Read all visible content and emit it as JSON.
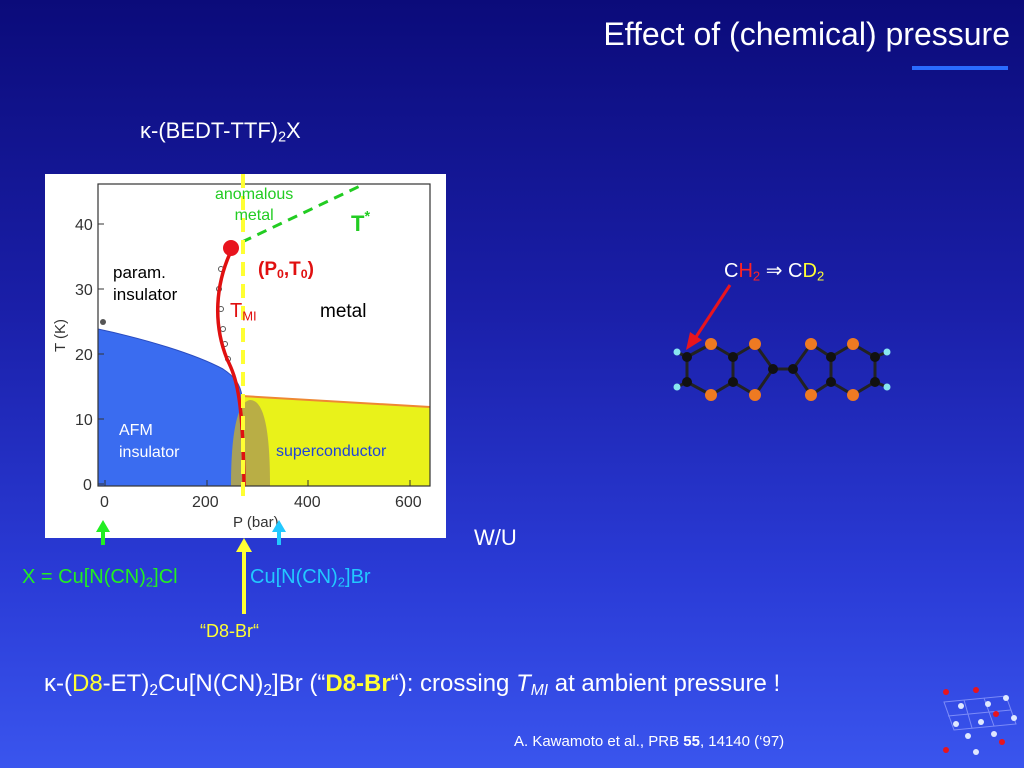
{
  "slide": {
    "title": "Effect of (chemical) pressure",
    "compound": {
      "kappa": "κ",
      "prefix": "-(BEDT-TTF)",
      "sub": "2",
      "suffix": "X"
    }
  },
  "phase_diagram": {
    "y_ticks": [
      "40",
      "30",
      "20",
      "10",
      "0"
    ],
    "x_ticks": [
      "0",
      "200",
      "400",
      "600"
    ],
    "y_axis_label": "T (K)",
    "x_axis_label": "P (bar)",
    "regions": {
      "anomalous_metal": "anomalous\nmetal",
      "anomalous_metal_line1": "anomalous",
      "anomalous_metal_line2": "metal",
      "t_star": "T",
      "t_star_sup": "*",
      "critical_point": {
        "open": "(P",
        "sub0": "0",
        "comma": ",T",
        "sub1": "0",
        "close": ")"
      },
      "param_insulator_line1": "param.",
      "param_insulator_line2": "insulator",
      "tmi": "T",
      "tmi_sub": "MI",
      "metal": "metal",
      "afm_line1": "AFM",
      "afm_line2": "insulator",
      "superconductor": "superconductor"
    },
    "colors": {
      "afm": "#3a6cf0",
      "superconductor": "#e9f21a",
      "tmi_line": "#e01010",
      "t_star_line": "#22cc22",
      "d8_line": "#ffff33",
      "critical_point": "#e8141e"
    }
  },
  "markers": {
    "wu": "W/U",
    "x_cl": {
      "prefix": "X = Cu[N(CN)",
      "sub": "2",
      "suffix": "]Cl"
    },
    "x_br": {
      "prefix": "Cu[N(CN)",
      "sub": "2",
      "suffix": "]Br"
    },
    "d8_br": "“D8-Br“",
    "arrow_colors": {
      "cl": "#22ee22",
      "br": "#22c8ff",
      "d8": "#ffff33"
    }
  },
  "molecule": {
    "label": {
      "c1": "C",
      "h": "H",
      "h_sub": "2",
      "arrow": "⇒",
      "c2": "C",
      "d": "D",
      "d_sub": "2"
    }
  },
  "summary": {
    "kappa": "κ",
    "p1": "-(",
    "d8": "D8",
    "p2": "-ET)",
    "sub1": "2",
    "p3": "Cu[N(CN)",
    "sub2": "2",
    "p4": "]Br  (“",
    "d8br": "D8-Br",
    "p5": "“):  crossing ",
    "t": "T",
    "t_sub": "MI",
    "p6": " at ambient pressure !"
  },
  "citation": {
    "text": "A. Kawamoto et al., PRB ",
    "volume": "55",
    "pages": ", 14140 (‘97)"
  }
}
